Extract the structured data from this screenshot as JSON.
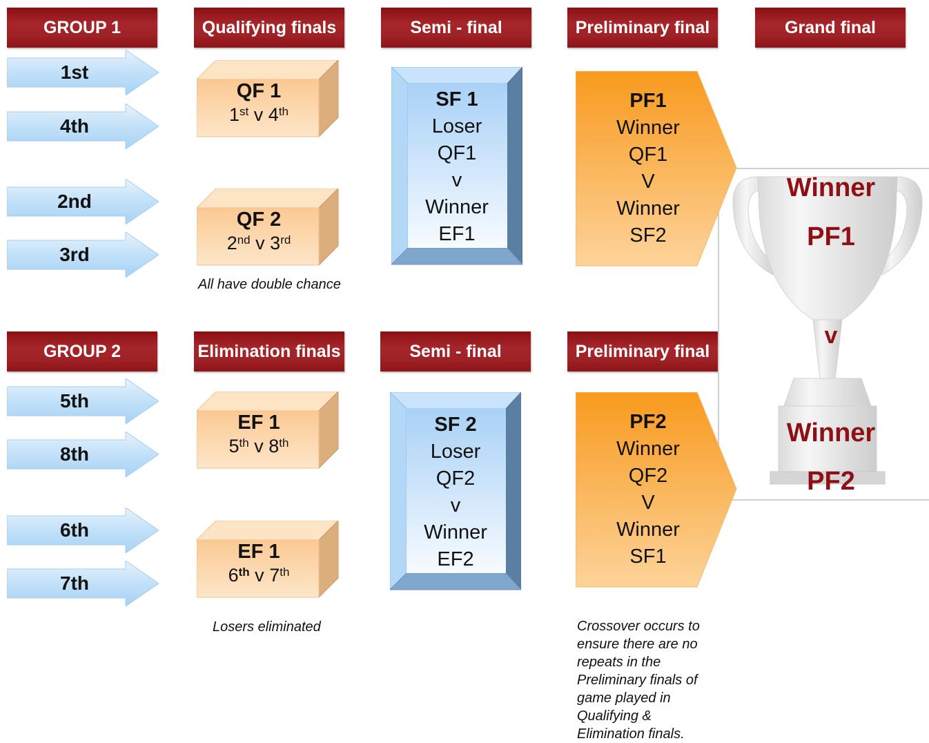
{
  "colors": {
    "header": "#9e2226",
    "arrow": "#b9dcf7",
    "cube": "#fcd6a8",
    "semifinal": "#b9daf7",
    "prelim": "#f99f2a",
    "grand_text": "#8e1015"
  },
  "headers": {
    "group1": "GROUP 1",
    "qualifying": "Qualifying finals",
    "semi1": "Semi - final",
    "prelim1": "Preliminary final",
    "grand": "Grand final",
    "group2": "GROUP 2",
    "elimination": "Elimination finals",
    "semi2": "Semi - final",
    "prelim2": "Preliminary final"
  },
  "group1_positions": [
    "1st",
    "4th",
    "2nd",
    "3rd"
  ],
  "group2_positions": [
    "5th",
    "8th",
    "6th",
    "7th"
  ],
  "qf1": {
    "title": "QF 1",
    "a": "1",
    "a_sup": "st",
    "vs": " v ",
    "b": "4",
    "b_sup": "th"
  },
  "qf2": {
    "title": "QF 2",
    "a": "2",
    "a_sup": "nd",
    "vs": " v ",
    "b": "3",
    "b_sup": "rd"
  },
  "ef1": {
    "title": "EF 1",
    "a": "5",
    "a_sup": "th",
    "vs": " v ",
    "b": "8",
    "b_sup": "th"
  },
  "ef2": {
    "title": "EF 1",
    "a": "6",
    "a_sup": "th",
    "vs": " v ",
    "b": "7",
    "b_sup": "th"
  },
  "sf1": {
    "title": "SF 1",
    "lines": [
      "Loser",
      "QF1",
      "v",
      "Winner",
      "EF1"
    ]
  },
  "sf2": {
    "title": "SF 2",
    "lines": [
      "Loser",
      "QF2",
      "v",
      "Winner",
      "EF2"
    ]
  },
  "pf1": {
    "title": "PF1",
    "lines": [
      "Winner",
      "QF1",
      "V",
      "Winner",
      "SF2"
    ]
  },
  "pf2": {
    "title": "PF2",
    "lines": [
      "Winner",
      "QF2",
      "V",
      "Winner",
      "SF1"
    ]
  },
  "notes": {
    "double_chance": "All have double chance",
    "losers": "Losers eliminated",
    "crossover": [
      "Crossover occurs to",
      "ensure there are no",
      "repeats in the",
      "Preliminary finals of",
      "game played in",
      "Qualifying &",
      "Elimination finals."
    ]
  },
  "grand_final": {
    "winner1": "Winner",
    "pf1": "PF1",
    "vs": "v",
    "winner2": "Winner",
    "pf2": "PF2"
  }
}
